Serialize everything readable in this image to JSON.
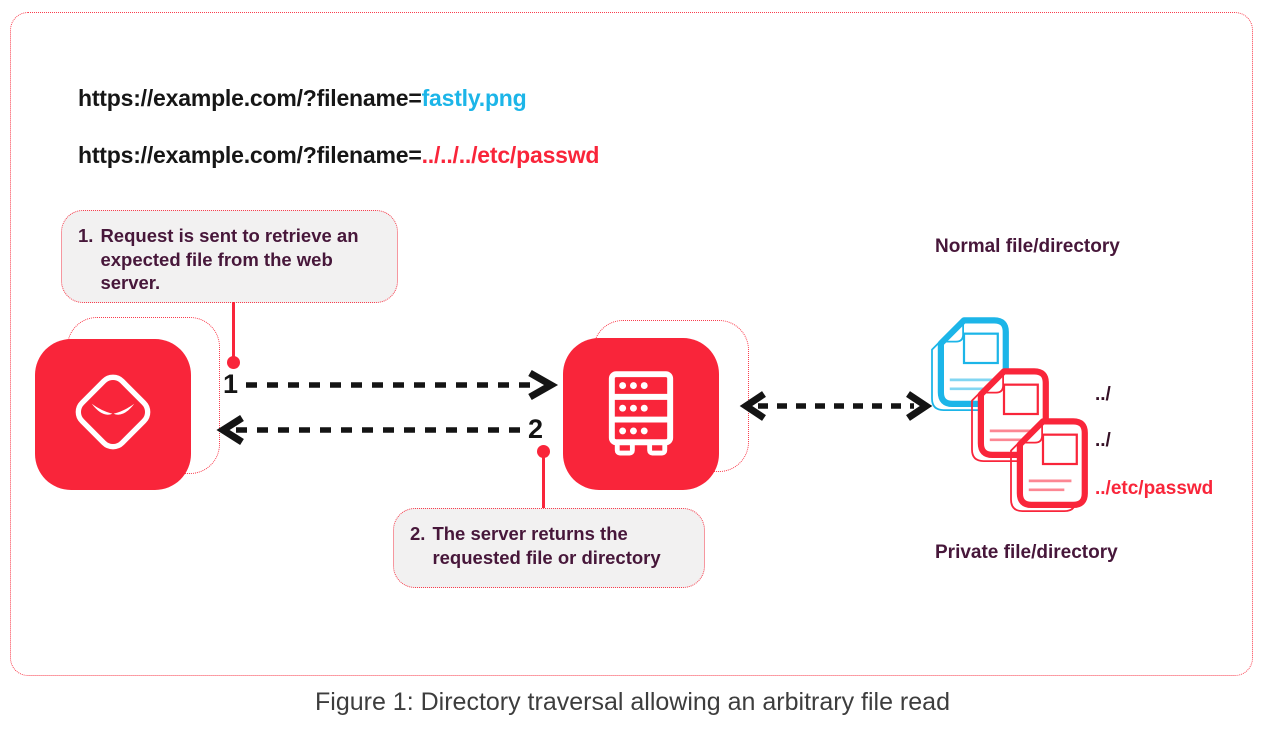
{
  "urls": [
    {
      "prefix": "https://example.com/?filename=",
      "suffix": "fastly.png"
    },
    {
      "prefix": "https://example.com/?filename=",
      "suffix": "../../../etc/passwd"
    }
  ],
  "callouts": [
    {
      "number": "1.",
      "text": "Request is sent to retrieve an expected file from the web server."
    },
    {
      "number": "2.",
      "text": "The server returns the requested file or directory"
    }
  ],
  "arrows": {
    "request_label": "1",
    "response_label": "2"
  },
  "files": {
    "normal_label": "Normal file/directory",
    "private_label": "Private file/directory",
    "traversal_labels": [
      "../",
      "../",
      "../etc/passwd"
    ]
  },
  "caption": "Figure 1: Directory traversal allowing an arbitrary file read",
  "colors": {
    "accent_red": "#F9253A",
    "accent_cyan": "#1CB5E8",
    "text_purple": "#47173A",
    "caption_gray": "#3D3D3D",
    "callout_bg": "#F2F1F1"
  }
}
